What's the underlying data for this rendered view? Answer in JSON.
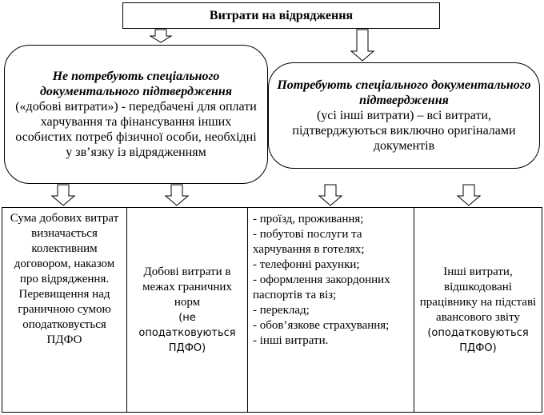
{
  "title": "Витрати на відрядження",
  "left_branch": {
    "heading": "Не потребують спеціального документального підтвердження",
    "text": "(«добові витрати») - передбачені для оплати харчування та фінансування інших особистих потреб фізичної особи, необхідні у зв’язку із відрядженням"
  },
  "right_branch": {
    "heading": "Потребують спеціального документального підтвердження",
    "text": "(усі інші витрати) – всі витрати, підтверджуються виключно оригіналами документів"
  },
  "cells": {
    "c1": {
      "text": "Сума добових витрат визначається колективним договором, наказом про відрядження. Перевищення над граничною сумою оподатковується ПДФО"
    },
    "c2": {
      "text": "Добові витрати в межах граничних норм",
      "note": "(не оподатковуються ПДФО)"
    },
    "c3": {
      "items": [
        "- проїзд, проживання;",
        "- побутові послуги та харчування в готелях;",
        "- телефонні рахунки;",
        "- оформлення закордонних паспортів та віз;",
        "- переклад;",
        "- обов’язкове страхування;",
        "- інші витрати."
      ]
    },
    "c4": {
      "text": "Інші витрати, відшкодовані працівнику на підставі авансового звіту",
      "note": "(оподатковуються ПДФО)"
    }
  }
}
